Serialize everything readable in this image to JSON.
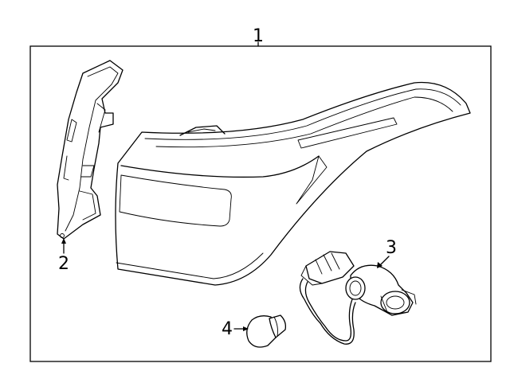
{
  "callouts": {
    "part1": "1",
    "part2": "2",
    "part3": "3",
    "part4": "4"
  },
  "colors": {
    "line": "#000000",
    "background": "#ffffff"
  }
}
